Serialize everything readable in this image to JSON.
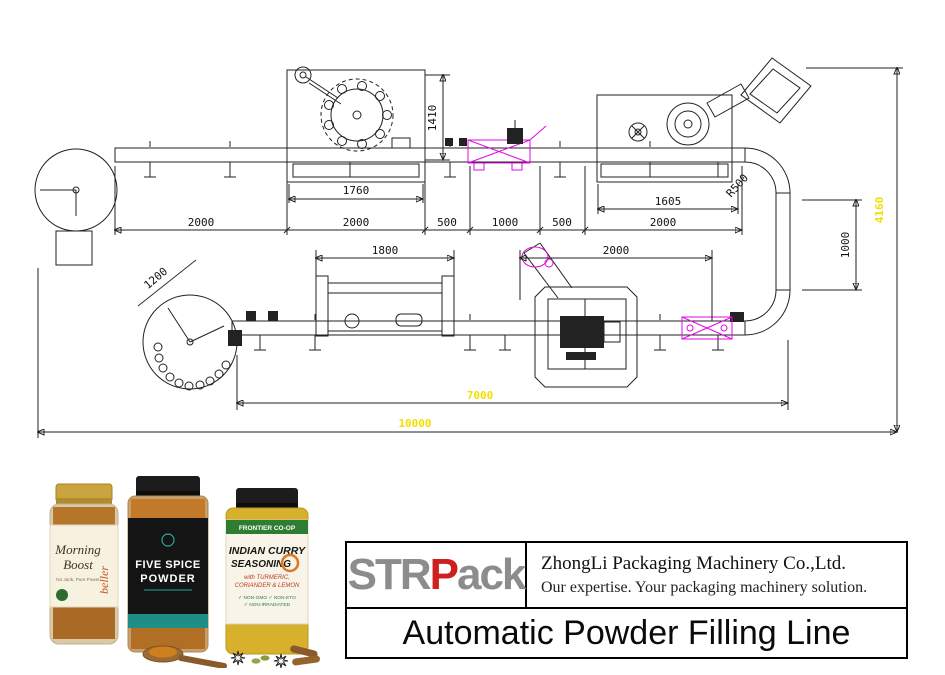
{
  "drawing": {
    "dims": {
      "v1410": "1410",
      "w1760": "1760",
      "chain": [
        "2000",
        "2000",
        "500",
        "1000",
        "500",
        "2000"
      ],
      "w1605": "1605",
      "radius": "R500",
      "v1000": "1000",
      "total_height": "4160",
      "w1800": "1800",
      "w2000": "2000",
      "w7000": "7000",
      "total_length": "10000",
      "diag": "1200"
    },
    "colors": {
      "highlight": "#e10ae1",
      "dim_accent": "#f2df00"
    }
  },
  "products": {
    "jar1": {
      "title_line1": "Morning",
      "title_line2": "Boost",
      "tagline": "No Junk. Pure Power",
      "brand": "beller"
    },
    "jar2": {
      "title_line1": "FIVE SPICE",
      "title_line2": "POWDER"
    },
    "jar3": {
      "banner": "FRONTIER CO-OP",
      "title": "INDIAN CURRY",
      "title2": "SEASONING",
      "sub1": "with TURMERIC,",
      "sub2": "CORIANDER & LEMON",
      "badge1": "✓ NON-GMO  ✓ NON-ETO",
      "badge2": "✓ NON-IRRADIATED"
    }
  },
  "footer": {
    "logo_part1": "STR",
    "logo_part2": "P",
    "logo_part3": "ack",
    "company": "ZhongLi Packaging Machinery Co.,Ltd.",
    "tagline": "Our expertise. Your packaging machinery solution.",
    "title": "Automatic Powder Filling Line"
  }
}
